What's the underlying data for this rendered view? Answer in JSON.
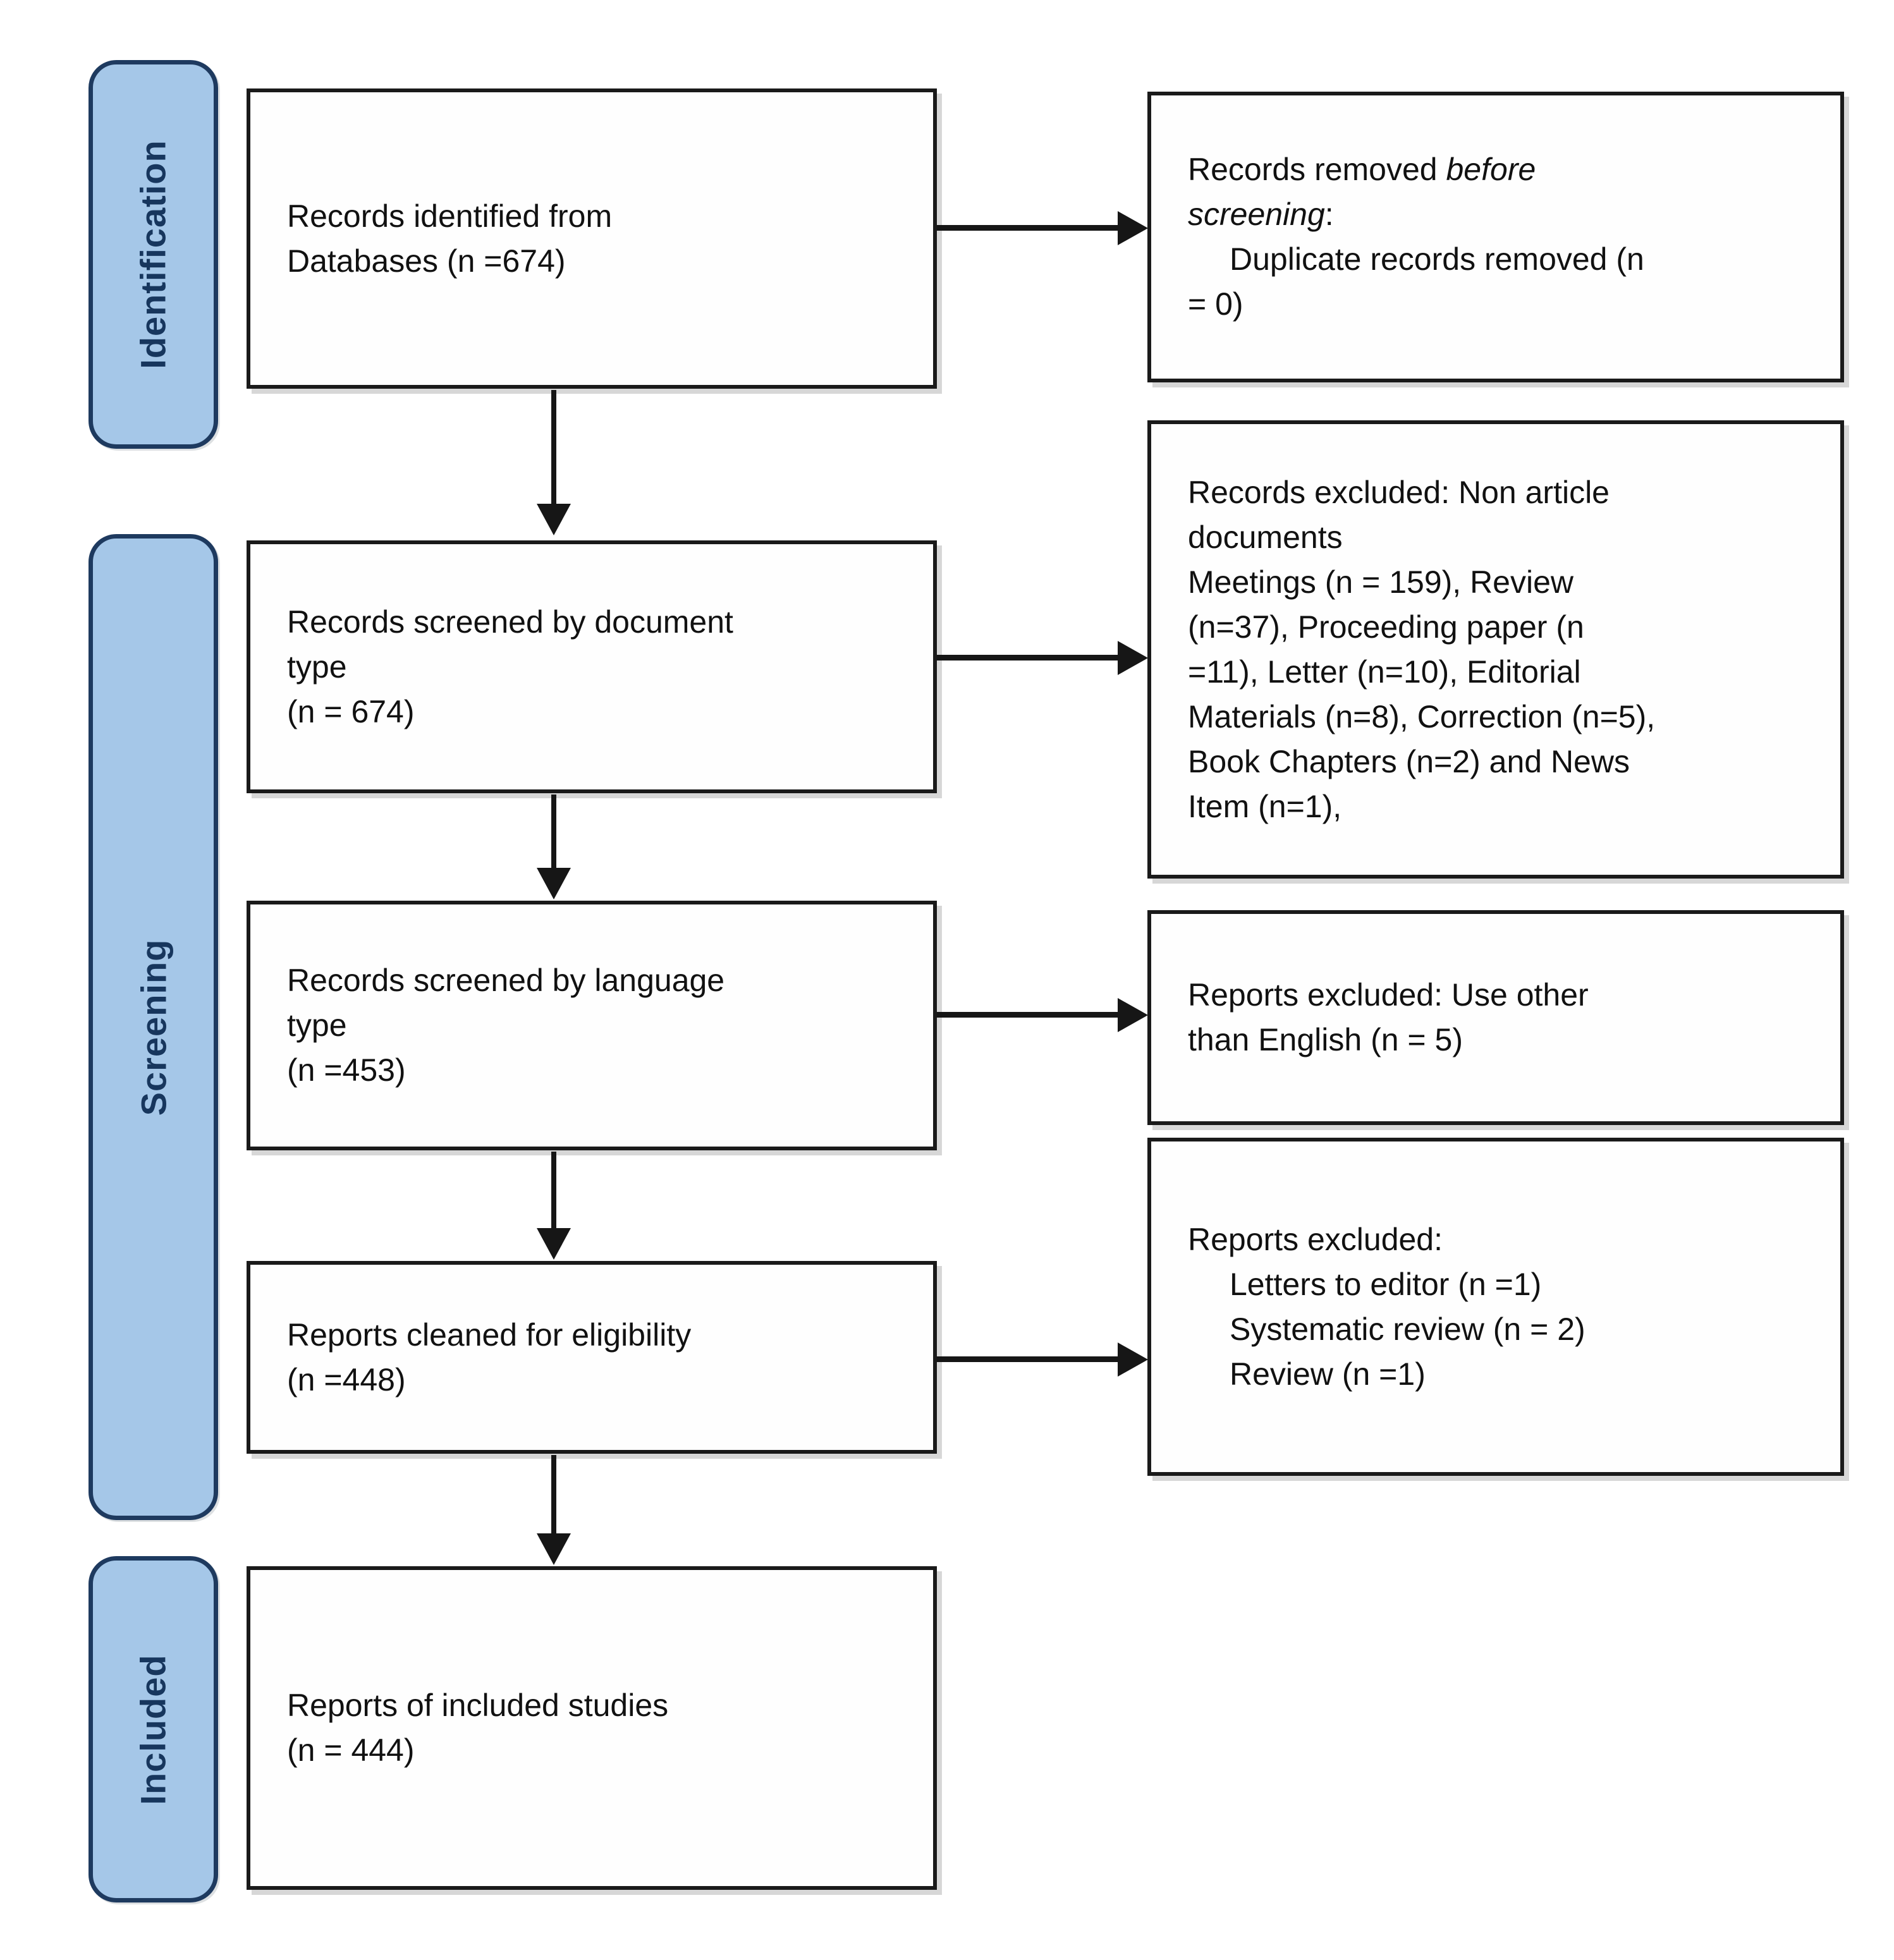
{
  "sidebar": {
    "items": [
      {
        "label": "Identification"
      },
      {
        "label": "Screening"
      },
      {
        "label": "Included"
      }
    ]
  },
  "flow_boxes": {
    "identified": {
      "lines": [
        "Records identified from",
        "Databases (n =674)"
      ]
    },
    "screened_doc": {
      "lines": [
        "Records screened by document",
        "type",
        "(n = 674)"
      ]
    },
    "screened_lang": {
      "lines": [
        "Records screened by language",
        "type",
        "(n =453)"
      ]
    },
    "eligibility": {
      "lines": [
        "Reports cleaned for eligibility",
        "(n =448)"
      ]
    },
    "included": {
      "lines": [
        "Reports of included studies",
        "(n = 444)"
      ]
    }
  },
  "exclusion_boxes": {
    "removed_before": {
      "prefix": "Records removed ",
      "italic_word1": "before",
      "italic_word2": "screening",
      "colon": ":",
      "item_line1": "Duplicate records removed (n",
      "item_line2": "= 0)"
    },
    "excluded_doc": {
      "lines": [
        "Records excluded: Non article",
        "documents",
        "Meetings (n = 159), Review",
        "(n=37), Proceeding paper (n",
        "=11), Letter (n=10), Editorial",
        "Materials (n=8), Correction (n=5),",
        "Book Chapters (n=2) and News",
        "Item (n=1),"
      ]
    },
    "excluded_lang": {
      "lines": [
        "Reports excluded: Use other",
        "than English (n = 5)"
      ]
    },
    "excluded_elig": {
      "heading": "Reports excluded:",
      "items": [
        "Letters to editor (n =1)",
        "Systematic review (n = 2)",
        "Review (n =1)"
      ]
    }
  },
  "colors": {
    "stage_fill": "#A5C7E8",
    "stage_border": "#1E3A5F",
    "stage_text": "#17365D",
    "box_border": "#1A1A1A",
    "arrow": "#161616",
    "background": "#FFFFFF"
  }
}
